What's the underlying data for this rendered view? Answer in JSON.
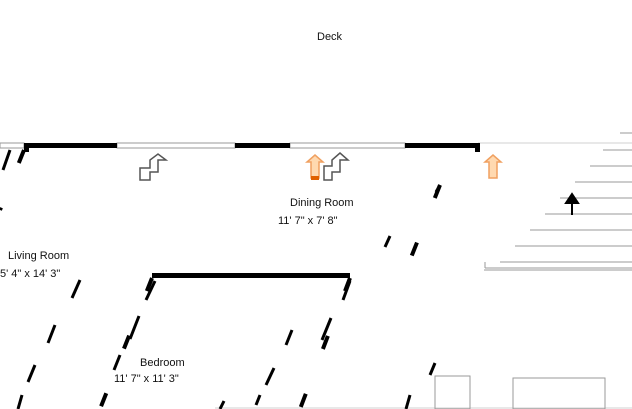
{
  "rooms": {
    "deck": {
      "name": "Deck"
    },
    "dining_room": {
      "name": "Dining Room",
      "dimensions": "11' 7\" x 7' 8\""
    },
    "living_room": {
      "name": "Living Room",
      "dimensions": "5' 4\" x 14' 3\""
    },
    "bedroom": {
      "name": "Bedroom",
      "dimensions": "11' 7\" x 11' 3\""
    }
  },
  "colors": {
    "wall": "#000000",
    "thin_line": "#9a9a9a",
    "marker_fill": "#ffd9b0",
    "marker_stroke": "#f0a060",
    "marker_accent": "#e06000"
  }
}
